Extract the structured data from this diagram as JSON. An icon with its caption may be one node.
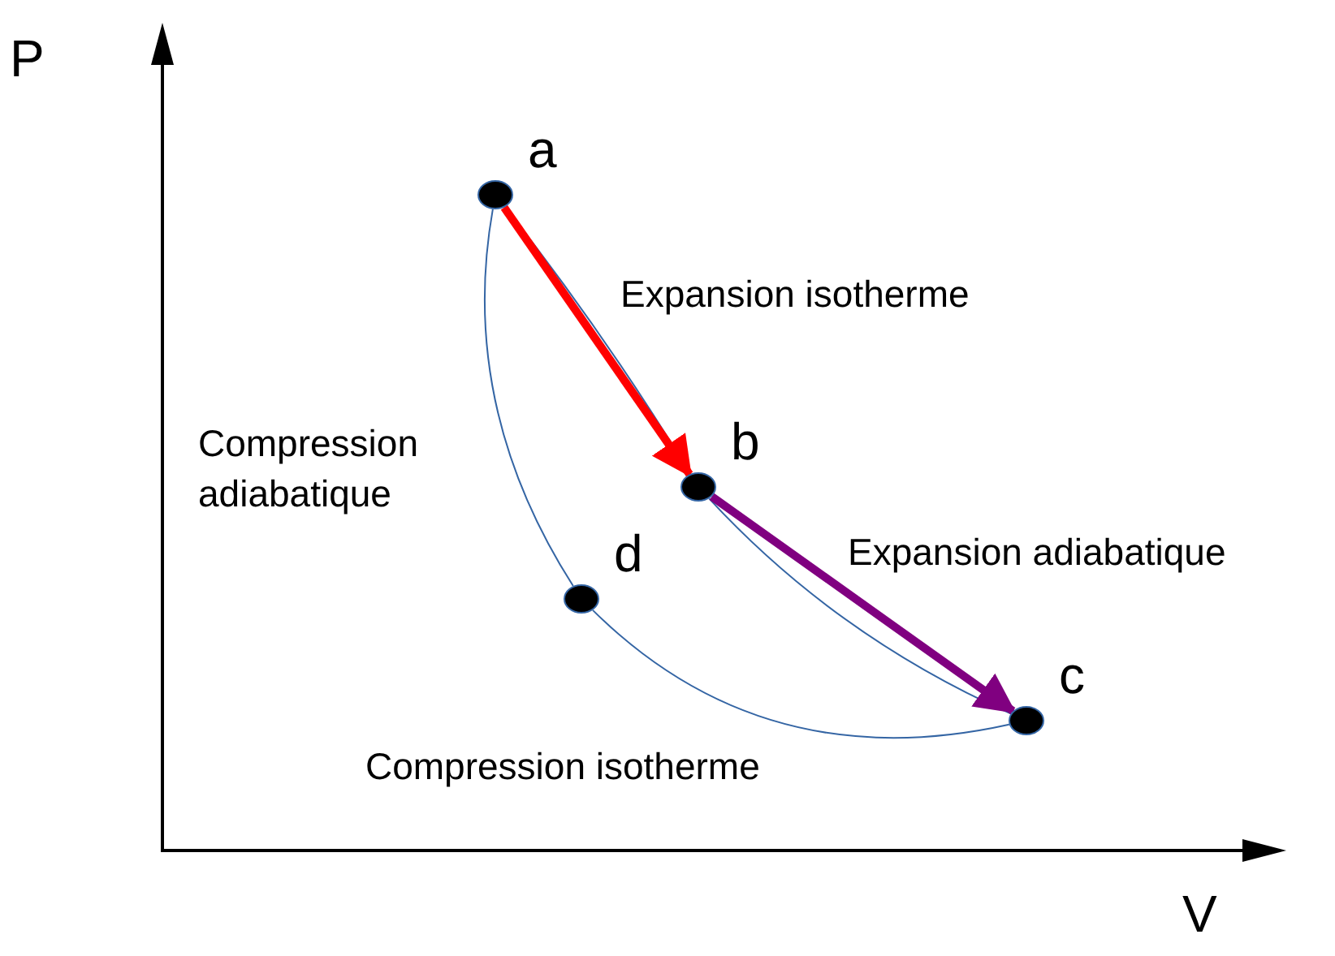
{
  "diagram": {
    "nodes": [
      {
        "text": [],
        "shape": "circle",
        "beside": [
          "a"
        ]
      },
      {
        "text": [],
        "shape": "circle",
        "beside": [
          "b"
        ]
      },
      {
        "text": [],
        "shape": "circle",
        "beside": [
          "c"
        ]
      },
      {
        "text": [],
        "shape": "circle",
        "beside": [
          "d"
        ]
      }
    ],
    "edges": [
      {
        "from": 0,
        "to": 1,
        "arrow": "to",
        "label": "Expansion isotherme",
        "style": "thick",
        "color": "#ff0000"
      },
      {
        "from": 1,
        "to": 2,
        "arrow": "to",
        "label": "Expansion adiabatique",
        "style": "thick",
        "color": "#800080"
      },
      {
        "from": 0,
        "to": 1,
        "arrow": "none"
      },
      {
        "from": 1,
        "to": 2,
        "arrow": "none"
      },
      {
        "from": 2,
        "to": 3,
        "arrow": "none",
        "label": "Compression isotherme"
      },
      {
        "from": 3,
        "to": 0,
        "arrow": "none",
        "label": "Compression adiabatique"
      }
    ],
    "labels": [
      "P",
      "V"
    ]
  }
}
